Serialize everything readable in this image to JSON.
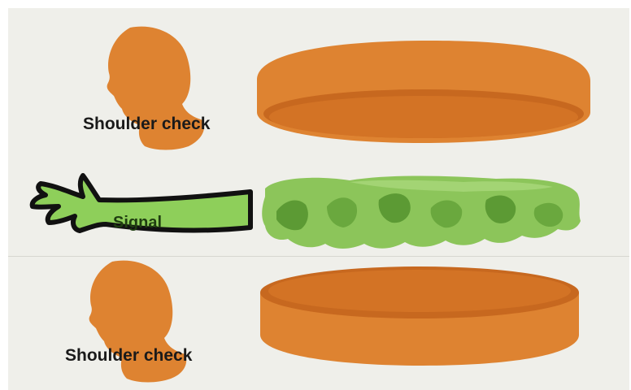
{
  "labels": {
    "shoulder_check_top": "Shoulder check",
    "signal": "Signal",
    "shoulder_check_bottom": "Shoulder check"
  },
  "colors": {
    "background": "#efefea",
    "head_silhouette": "#de8331",
    "bun": "#de8331",
    "bun_dark": "#c7681f",
    "lettuce": "#8cc55a",
    "lettuce_dark": "#5c9a34",
    "arm_fill": "#8ecf5a",
    "arm_outline": "#111111"
  },
  "icons": [
    "head-silhouette-icon",
    "bun-top-icon",
    "lettuce-icon",
    "arm-signal-icon",
    "bun-bottom-icon"
  ]
}
